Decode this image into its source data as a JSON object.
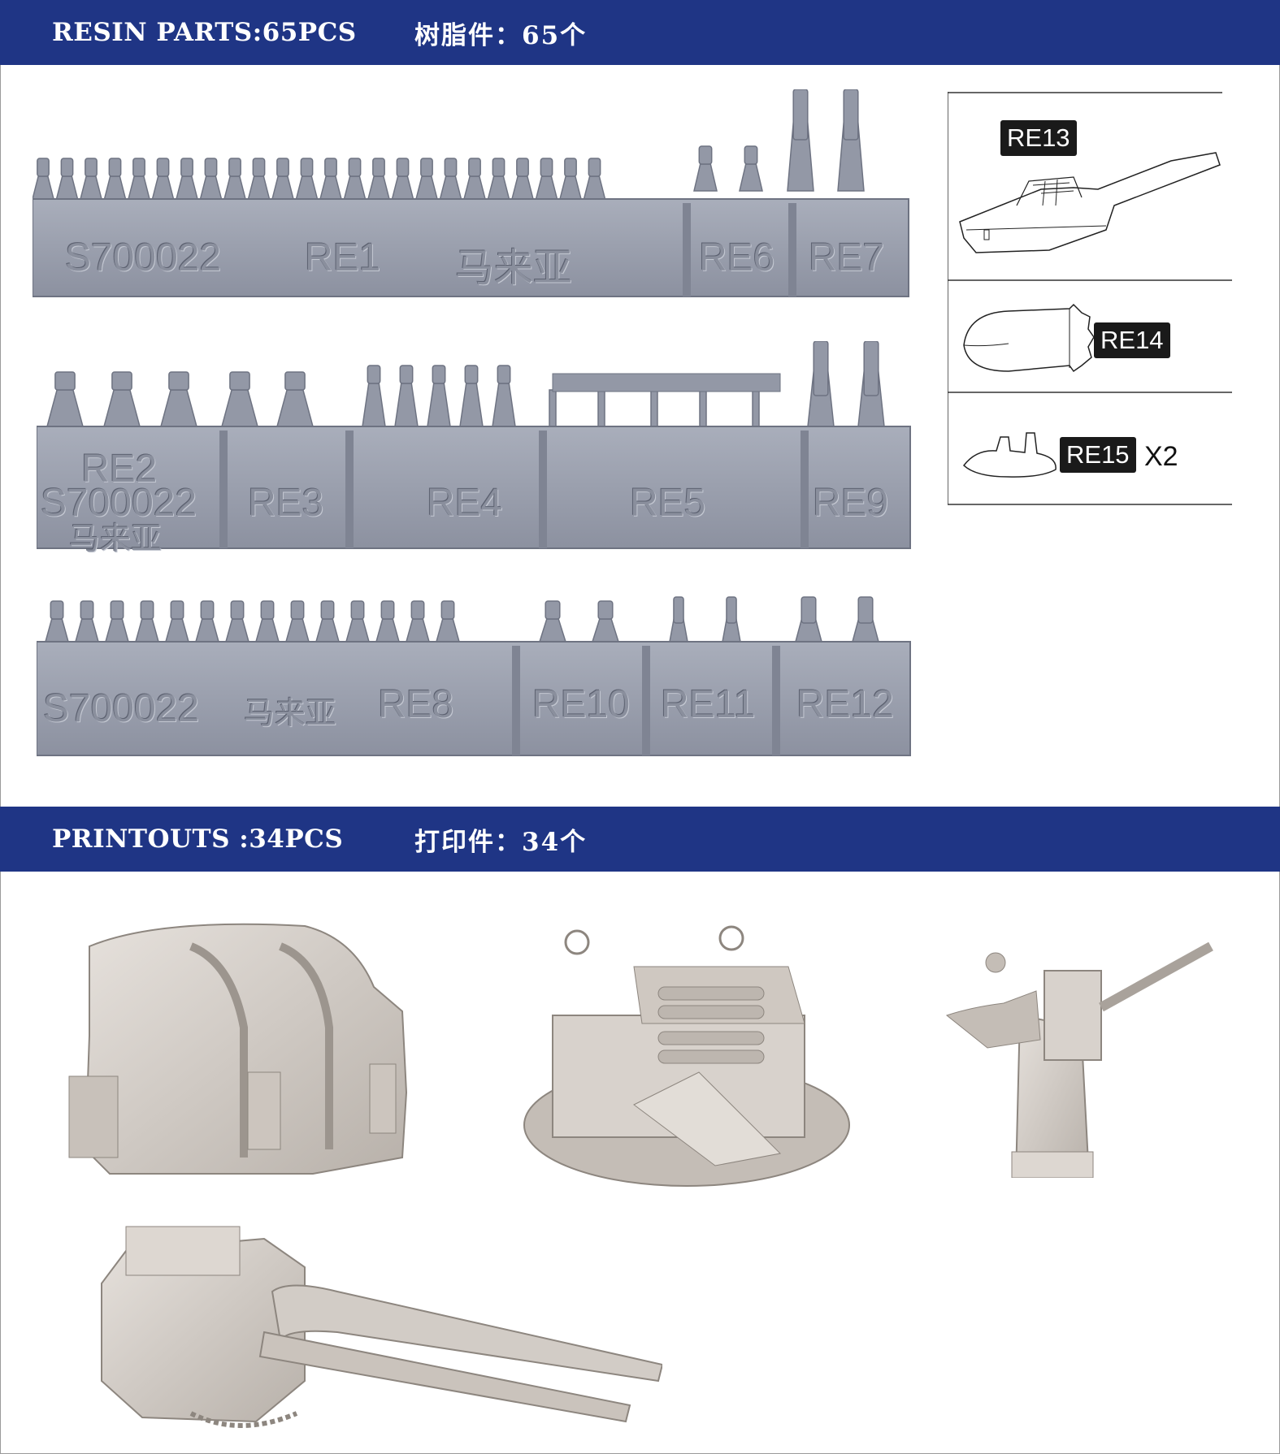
{
  "banners": {
    "resin": {
      "en": "RESIN PARTS:65PCS",
      "cn": "树脂件：65个"
    },
    "print": {
      "en": "PRINTOUTS :34PCS",
      "cn": "打印件：34个"
    }
  },
  "sprue1": {
    "code": "S700022",
    "part": "RE1",
    "cn": "马来亚",
    "part2": "RE6",
    "part3": "RE7"
  },
  "sprue2": {
    "part1": "RE2",
    "code": "S700022",
    "cn": "马来亚",
    "part2": "RE3",
    "part3": "RE4",
    "part4": "RE5",
    "part5": "RE9"
  },
  "sprue3": {
    "code": "S700022",
    "cn": "马来亚",
    "part1": "RE8",
    "part2": "RE10",
    "part3": "RE11",
    "part4": "RE12"
  },
  "panel": {
    "re13": "RE13",
    "re14": "RE14",
    "re15": "RE15",
    "qty": "X2"
  },
  "colors": {
    "banner": "#1f3585",
    "resin": "#9ea3b0",
    "print": "#d8d2cc"
  },
  "icons": [
    "sprue-render",
    "seaplane-hull-icon",
    "float-icon",
    "small-part-icon",
    "turret-render",
    "pom-pom-render",
    "aa-gun-render",
    "twin-gun-render"
  ]
}
